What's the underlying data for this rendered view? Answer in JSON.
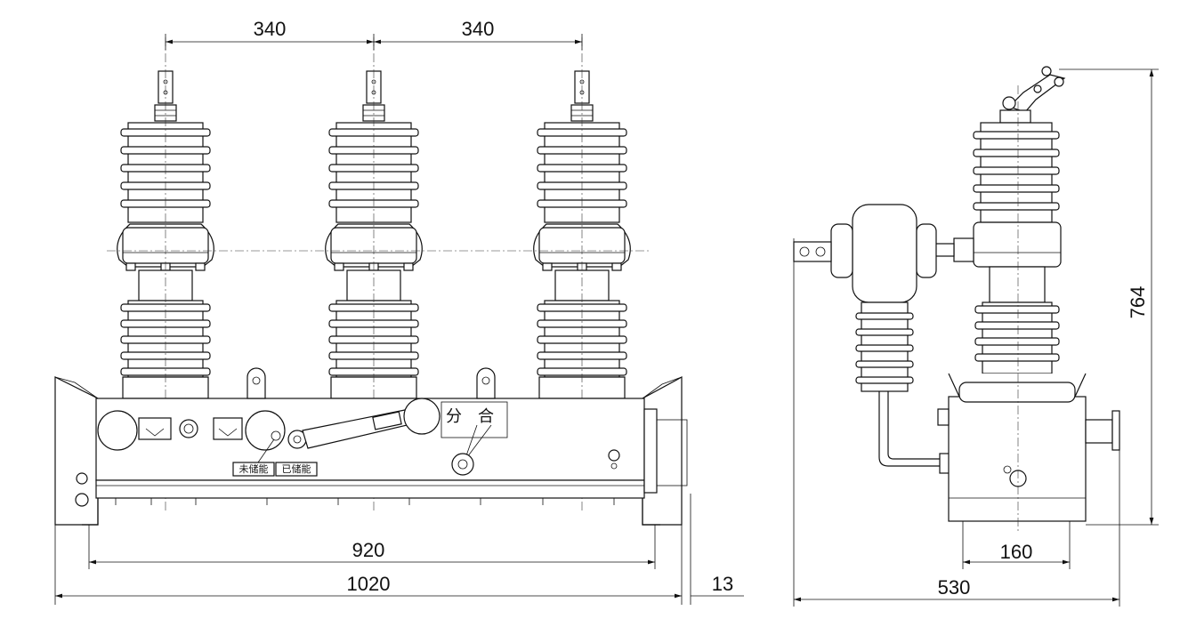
{
  "dimensions": {
    "spacing_left": "340",
    "spacing_right": "340",
    "base_width": "920",
    "overall_width": "1020",
    "offset": "13",
    "side_depth": "530",
    "side_base": "160",
    "overall_height": "764"
  },
  "labels": {
    "not_charged": "未储能",
    "charged": "已储能",
    "open": "分",
    "close": "合"
  }
}
